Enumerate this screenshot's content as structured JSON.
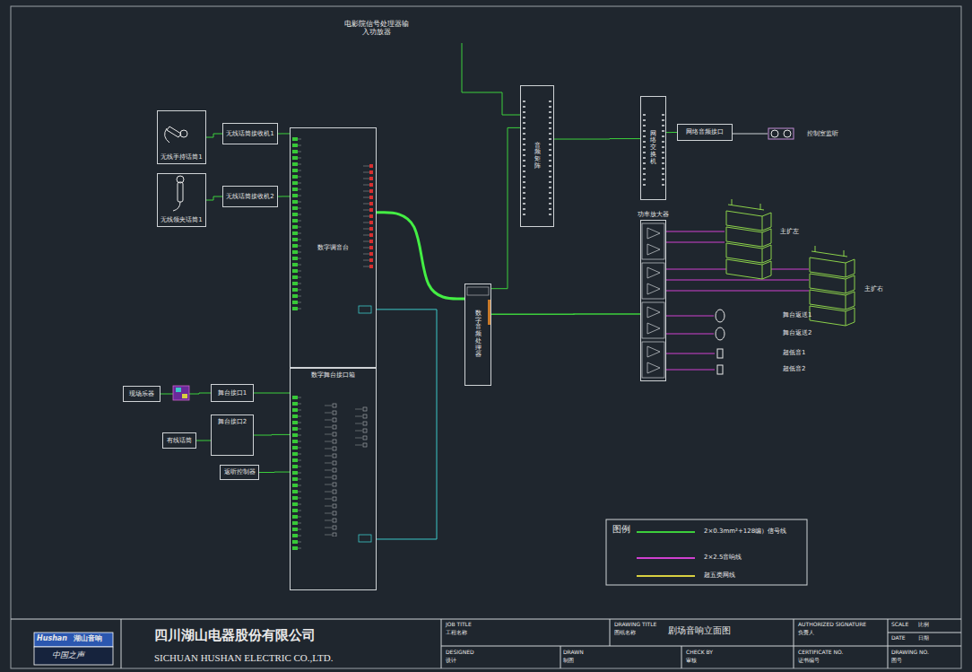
{
  "diagram": {
    "nodes": [
      {
        "text": [
          "无线手持话筒1"
        ]
      },
      {
        "text": [
          "无线话筒接收机1"
        ]
      },
      {
        "text": [
          "无线领夹话筒1"
        ]
      },
      {
        "text": [
          "无线话筒接收机2"
        ]
      },
      {
        "text": [
          "数字调音台"
        ]
      },
      {
        "text": [
          "数字舞台接口箱"
        ]
      },
      {
        "text": [
          "现场乐器"
        ]
      },
      {
        "text": [
          "有线话筒"
        ]
      },
      {
        "text": [
          "舞台接口1"
        ]
      },
      {
        "text": [
          "舞台接口2"
        ]
      },
      {
        "text": [
          "返听控制器"
        ]
      },
      {
        "text": [
          "数字音频处理器"
        ]
      },
      {
        "text": [
          "音频矩阵"
        ]
      },
      {
        "text": [
          "网络交换机"
        ]
      },
      {
        "text": [
          "网络音频接口"
        ]
      },
      {
        "text": [
          "功率放大器"
        ]
      }
    ],
    "edges": [
      {
        "from": 0,
        "to": 1,
        "arrow": "none"
      },
      {
        "from": 2,
        "to": 3,
        "arrow": "none"
      },
      {
        "from": 1,
        "to": 4,
        "arrow": "none"
      },
      {
        "from": 3,
        "to": 4,
        "arrow": "none"
      },
      {
        "from": 6,
        "to": 8,
        "arrow": "none"
      },
      {
        "from": 7,
        "to": 9,
        "arrow": "none"
      },
      {
        "from": 8,
        "to": 5,
        "arrow": "none"
      },
      {
        "from": 9,
        "to": 5,
        "arrow": "none"
      },
      {
        "from": 10,
        "to": 5,
        "arrow": "none"
      },
      {
        "from": 4,
        "to": 11,
        "arrow": "none"
      },
      {
        "from": 4,
        "to": 5,
        "arrow": "none"
      },
      {
        "from": 11,
        "to": 12,
        "arrow": "none"
      },
      {
        "from": 12,
        "to": 13,
        "arrow": "none"
      },
      {
        "from": 13,
        "to": 14,
        "arrow": "none"
      },
      {
        "from": 11,
        "to": 15,
        "arrow": "none"
      }
    ],
    "labels": [
      "电影院信号处理器输 入功放器",
      "主扩左",
      "主扩右",
      "舞台返送1",
      "舞台返送2",
      "超低音1",
      "超低音2",
      "控制室监听",
      "图例",
      "Hushan",
      "湖山音响",
      "中国之声",
      "四川湖山电器股份有限公司",
      "SICHUAN HUSHAN ELECTRIC CO.,LTD.",
      "JOB TITLE",
      "工程名称",
      "DRAWING TITLE",
      "图纸名称",
      "剧场音响立面图",
      "AUTHORIZED SIGNATURE",
      "负责人",
      "SCALE",
      "比例",
      "DATE",
      "日期",
      "DESIGNED",
      "设计",
      "DRAWN",
      "制图",
      "CHECK BY",
      "审核",
      "CERTIFICATE NO.",
      "证书编号",
      "DRAWING NO.",
      "图号"
    ],
    "legend": [
      {
        "text": "2×0.3mm²+128编）信号线",
        "color": "#3ccf3c"
      },
      {
        "text": "2×2.5音响线",
        "color": "#d040d0"
      },
      {
        "text": "超五类网线",
        "color": "#d8d040"
      }
    ]
  }
}
